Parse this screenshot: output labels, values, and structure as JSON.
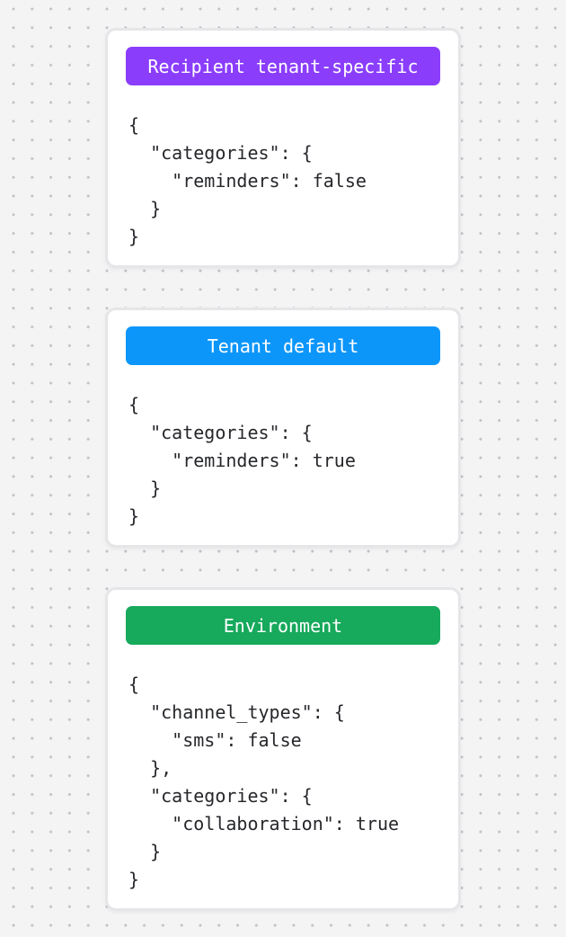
{
  "page": {
    "background_color": "#f4f4f5",
    "dot_color": "#bfbfc4",
    "card_background": "#ffffff",
    "card_border_color": "#e6e6e9",
    "code_text_color": "#26272b",
    "badge_text_color": "#ffffff"
  },
  "cards": [
    {
      "badge": "Recipient tenant-specific",
      "badge_color": "#8b3dfc",
      "code": "{\n  \"categories\": {\n    \"reminders\": false\n  }\n}"
    },
    {
      "badge": "Tenant default",
      "badge_color": "#0d96fa",
      "code": "{\n  \"categories\": {\n    \"reminders\": true\n  }\n}"
    },
    {
      "badge": "Environment",
      "badge_color": "#17a95c",
      "code": "{\n  \"channel_types\": {\n    \"sms\": false\n  },\n  \"categories\": {\n    \"collaboration\": true\n  }\n}"
    }
  ]
}
